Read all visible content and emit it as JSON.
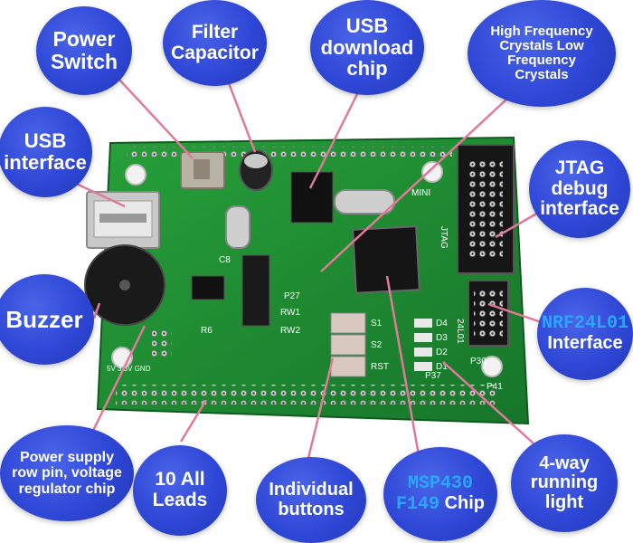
{
  "colors": {
    "bubble": "#2f47d6",
    "leader_line": "#e07a9a",
    "pcb": "#1e8a2e",
    "chip_label_accent": "#2aa8ff"
  },
  "board": {
    "silk_mini": "MINI",
    "silk_jtag": "JTAG",
    "silk_24l01": "24L01",
    "silk_s1": "S1",
    "silk_s2": "S2",
    "silk_rst": "RST",
    "silk_d1": "D1",
    "silk_d2": "D2",
    "silk_d3": "D3",
    "silk_d4": "D4",
    "silk_r6": "R6",
    "silk_rw1": "RW1",
    "silk_rw2": "RW2",
    "silk_c8": "C8",
    "silk_p27": "P27",
    "silk_p30": "P30",
    "silk_p37": "P37",
    "silk_p41": "P41",
    "silk_gnd": "5V  3.3V  GND"
  },
  "callouts": {
    "power_switch": [
      "Power",
      "Switch"
    ],
    "filter_capacitor": [
      "Filter",
      "Capacitor"
    ],
    "usb_download_chip": [
      "USB",
      "download",
      "chip"
    ],
    "crystals": [
      "High Frequency",
      "Crystals Low",
      "Frequency",
      "Crystals"
    ],
    "usb_interface": [
      "USB",
      "interface"
    ],
    "jtag": [
      "JTAG",
      "debug",
      "interface"
    ],
    "buzzer": [
      "Buzzer"
    ],
    "nrf_mono": "NRF24L01",
    "nrf_text": "Interface",
    "power_supply": [
      "Power supply",
      "row pin, voltage",
      "regulator chip"
    ],
    "leads": [
      "10 All",
      "Leads"
    ],
    "buttons": [
      "Individual",
      "buttons"
    ],
    "msp_mono1": "MSP430",
    "msp_mono2": "F149",
    "msp_text": "Chip",
    "running_light": [
      "4-way",
      "running",
      "light"
    ]
  }
}
